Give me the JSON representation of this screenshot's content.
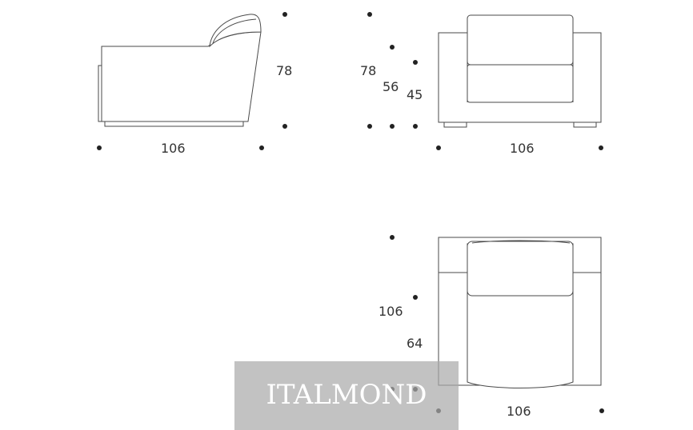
{
  "views": {
    "side": {
      "width": "106",
      "height": "78"
    },
    "front": {
      "width": "106",
      "total_height": "78",
      "arm_height": "56",
      "seat_height": "45"
    },
    "top": {
      "width": "106",
      "depth": "106",
      "seat_depth": "64"
    }
  },
  "watermark": {
    "text": "ITALMOND"
  },
  "colors": {
    "line": "#4a4a4a",
    "dot": "#222222",
    "watermark_bg": "#aaaaaa"
  }
}
